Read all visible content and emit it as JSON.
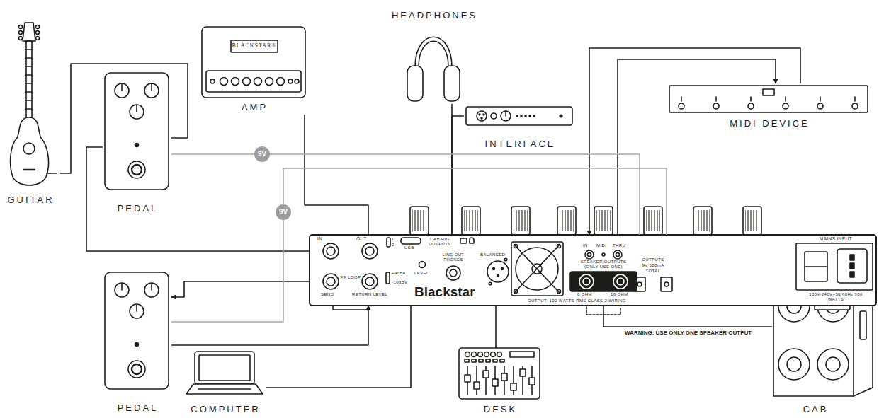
{
  "diagram": {
    "nodes": [
      {
        "text": [
          "HEADPHONES"
        ]
      },
      {
        "text": [
          "GUITAR"
        ]
      },
      {
        "text": [
          "BLACKSTAR®",
          "AMP"
        ]
      },
      {
        "text": [
          "MIDI DEVICE"
        ]
      },
      {
        "text": [
          "INTERFACE"
        ]
      },
      {
        "text": [
          "PEDAL"
        ]
      },
      {
        "text": [
          "IN",
          "OUT",
          "FX LOOP",
          "SEND",
          "RETURN LEVEL",
          "1",
          "2",
          "+4dBu",
          "-10dBV",
          "USB",
          "CAB RIG OUTPUTS",
          "LEVEL",
          "LINE OUT PHONES",
          "BALANCED",
          "Blackstar",
          "IN",
          "MIDI",
          "THRU",
          "SPEAKER OUTPUTS (ONLY USE ONE)",
          "8 OHM",
          "16 OHM",
          "OUTPUTS",
          "9V 500mA",
          "TOTAL",
          "MAINS INPUT",
          "100V-240V~50/60Hz 300 WATTS",
          "OUTPUT: 100 WATTS RMS CLASS 2 WIRING"
        ]
      },
      {
        "text": [
          "PEDAL"
        ]
      },
      {
        "text": [
          "COMPUTER"
        ]
      },
      {
        "text": [
          "DESK"
        ]
      },
      {
        "text": [
          "CAB"
        ]
      }
    ],
    "edges": [
      {
        "from": 1,
        "to": 5,
        "arrow": "none"
      },
      {
        "from": 5,
        "to": 6,
        "arrow": "none"
      },
      {
        "from": 6,
        "to": 2,
        "arrow": "none"
      },
      {
        "from": 6,
        "to": 0,
        "arrow": "none"
      },
      {
        "from": 6,
        "to": 4,
        "arrow": "none"
      },
      {
        "from": 3,
        "to": 6,
        "arrow": "to"
      },
      {
        "from": 6,
        "to": 3,
        "arrow": "to"
      },
      {
        "from": 6,
        "to": 7,
        "arrow": "to"
      },
      {
        "from": 7,
        "to": 6,
        "arrow": "to"
      },
      {
        "from": 6,
        "to": 5,
        "label": "9V",
        "arrow": "none"
      },
      {
        "from": 6,
        "to": 7,
        "label": "9V",
        "arrow": "none"
      },
      {
        "from": 6,
        "to": 8,
        "arrow": "none"
      },
      {
        "from": 6,
        "to": 9,
        "arrow": "none"
      },
      {
        "from": 6,
        "to": 10,
        "arrow": "none"
      }
    ],
    "labels": [
      "WARNING: USE ONLY ONE SPEAKER OUTPUT"
    ]
  }
}
